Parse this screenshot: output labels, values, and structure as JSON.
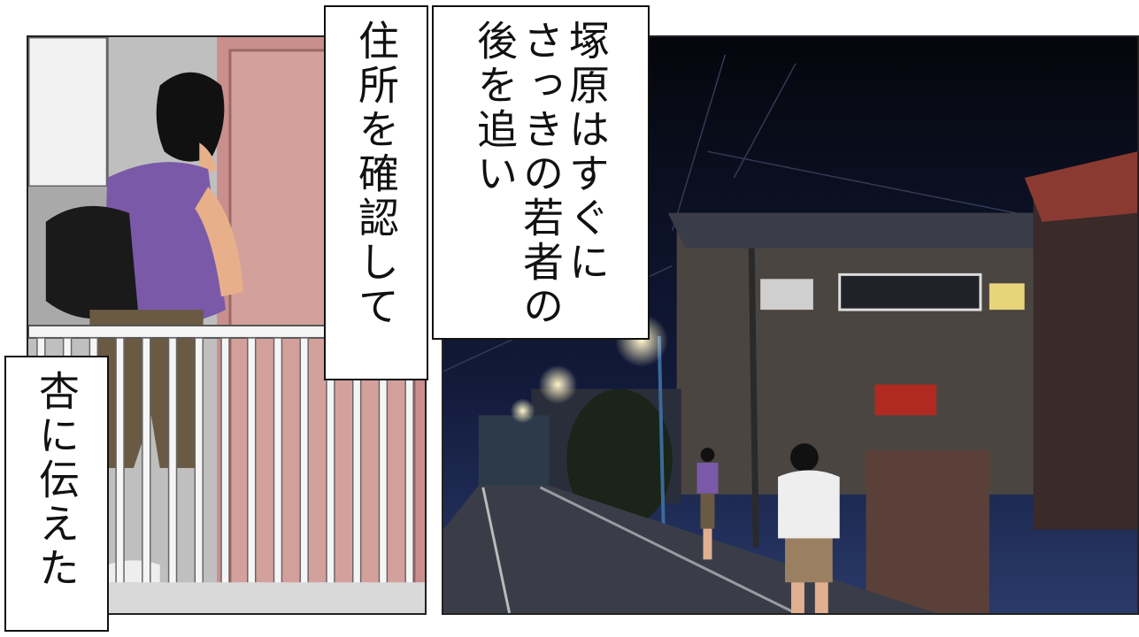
{
  "captions": {
    "right": {
      "lines": [
        "塚原はすぐに",
        "さっきの若者の",
        "後を追い"
      ]
    },
    "middle": {
      "lines": [
        "住所を確認して"
      ]
    },
    "bottom": {
      "lines": [
        "杏に伝えた"
      ]
    }
  },
  "colors": {
    "night_sky": "#0a0c1e",
    "wall_pink": "#c98f8c",
    "shirt_purple": "#7a5aa8",
    "street_light": "#fff6c8"
  }
}
